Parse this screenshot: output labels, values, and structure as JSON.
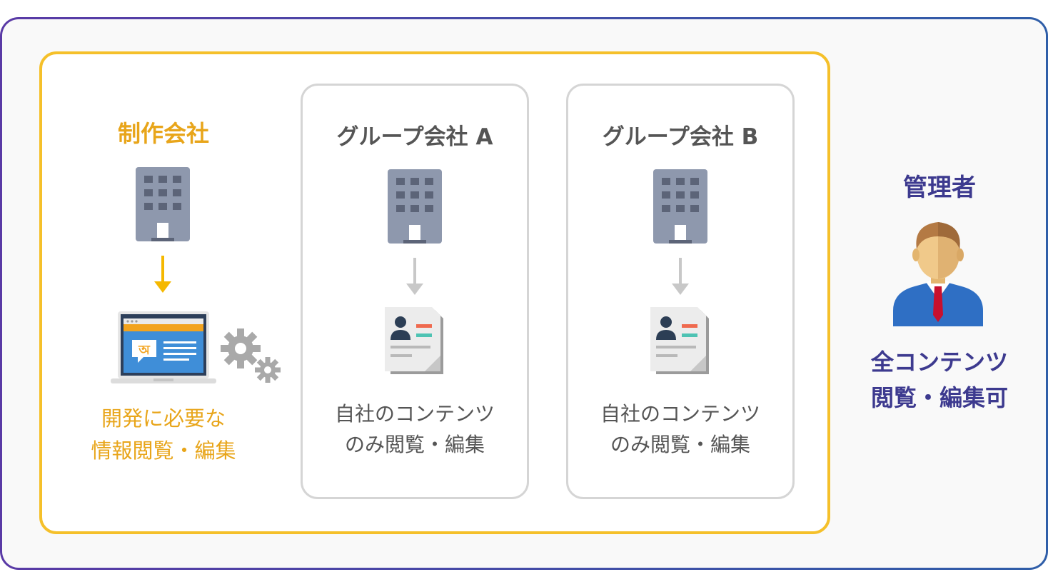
{
  "production": {
    "title": "制作会社",
    "caption": [
      "開発に必要な",
      "情報閲覧・編集"
    ]
  },
  "groups": [
    {
      "title": "グループ会社 A",
      "caption": [
        "自社のコンテンツ",
        "のみ閲覧・編集"
      ]
    },
    {
      "title": "グループ会社 B",
      "caption": [
        "自社のコンテンツ",
        "のみ閲覧・編集"
      ]
    }
  ],
  "admin": {
    "title": "管理者",
    "caption": [
      "全コンテンツ",
      "閲覧・編集可"
    ]
  },
  "icons": {
    "building": "building-icon",
    "laptop": "laptop-icon",
    "gears": "gears-icon",
    "profile_doc": "profile-document-icon",
    "person": "businessman-icon"
  },
  "colors": {
    "production_text": "#e8a51a",
    "production_border": "#f5c02a",
    "arrow_active": "#f5b800",
    "arrow_inactive": "#c8c8c8",
    "group_text": "#555555",
    "group_border": "#d5d5d5",
    "admin_text": "#3d3a8f"
  }
}
